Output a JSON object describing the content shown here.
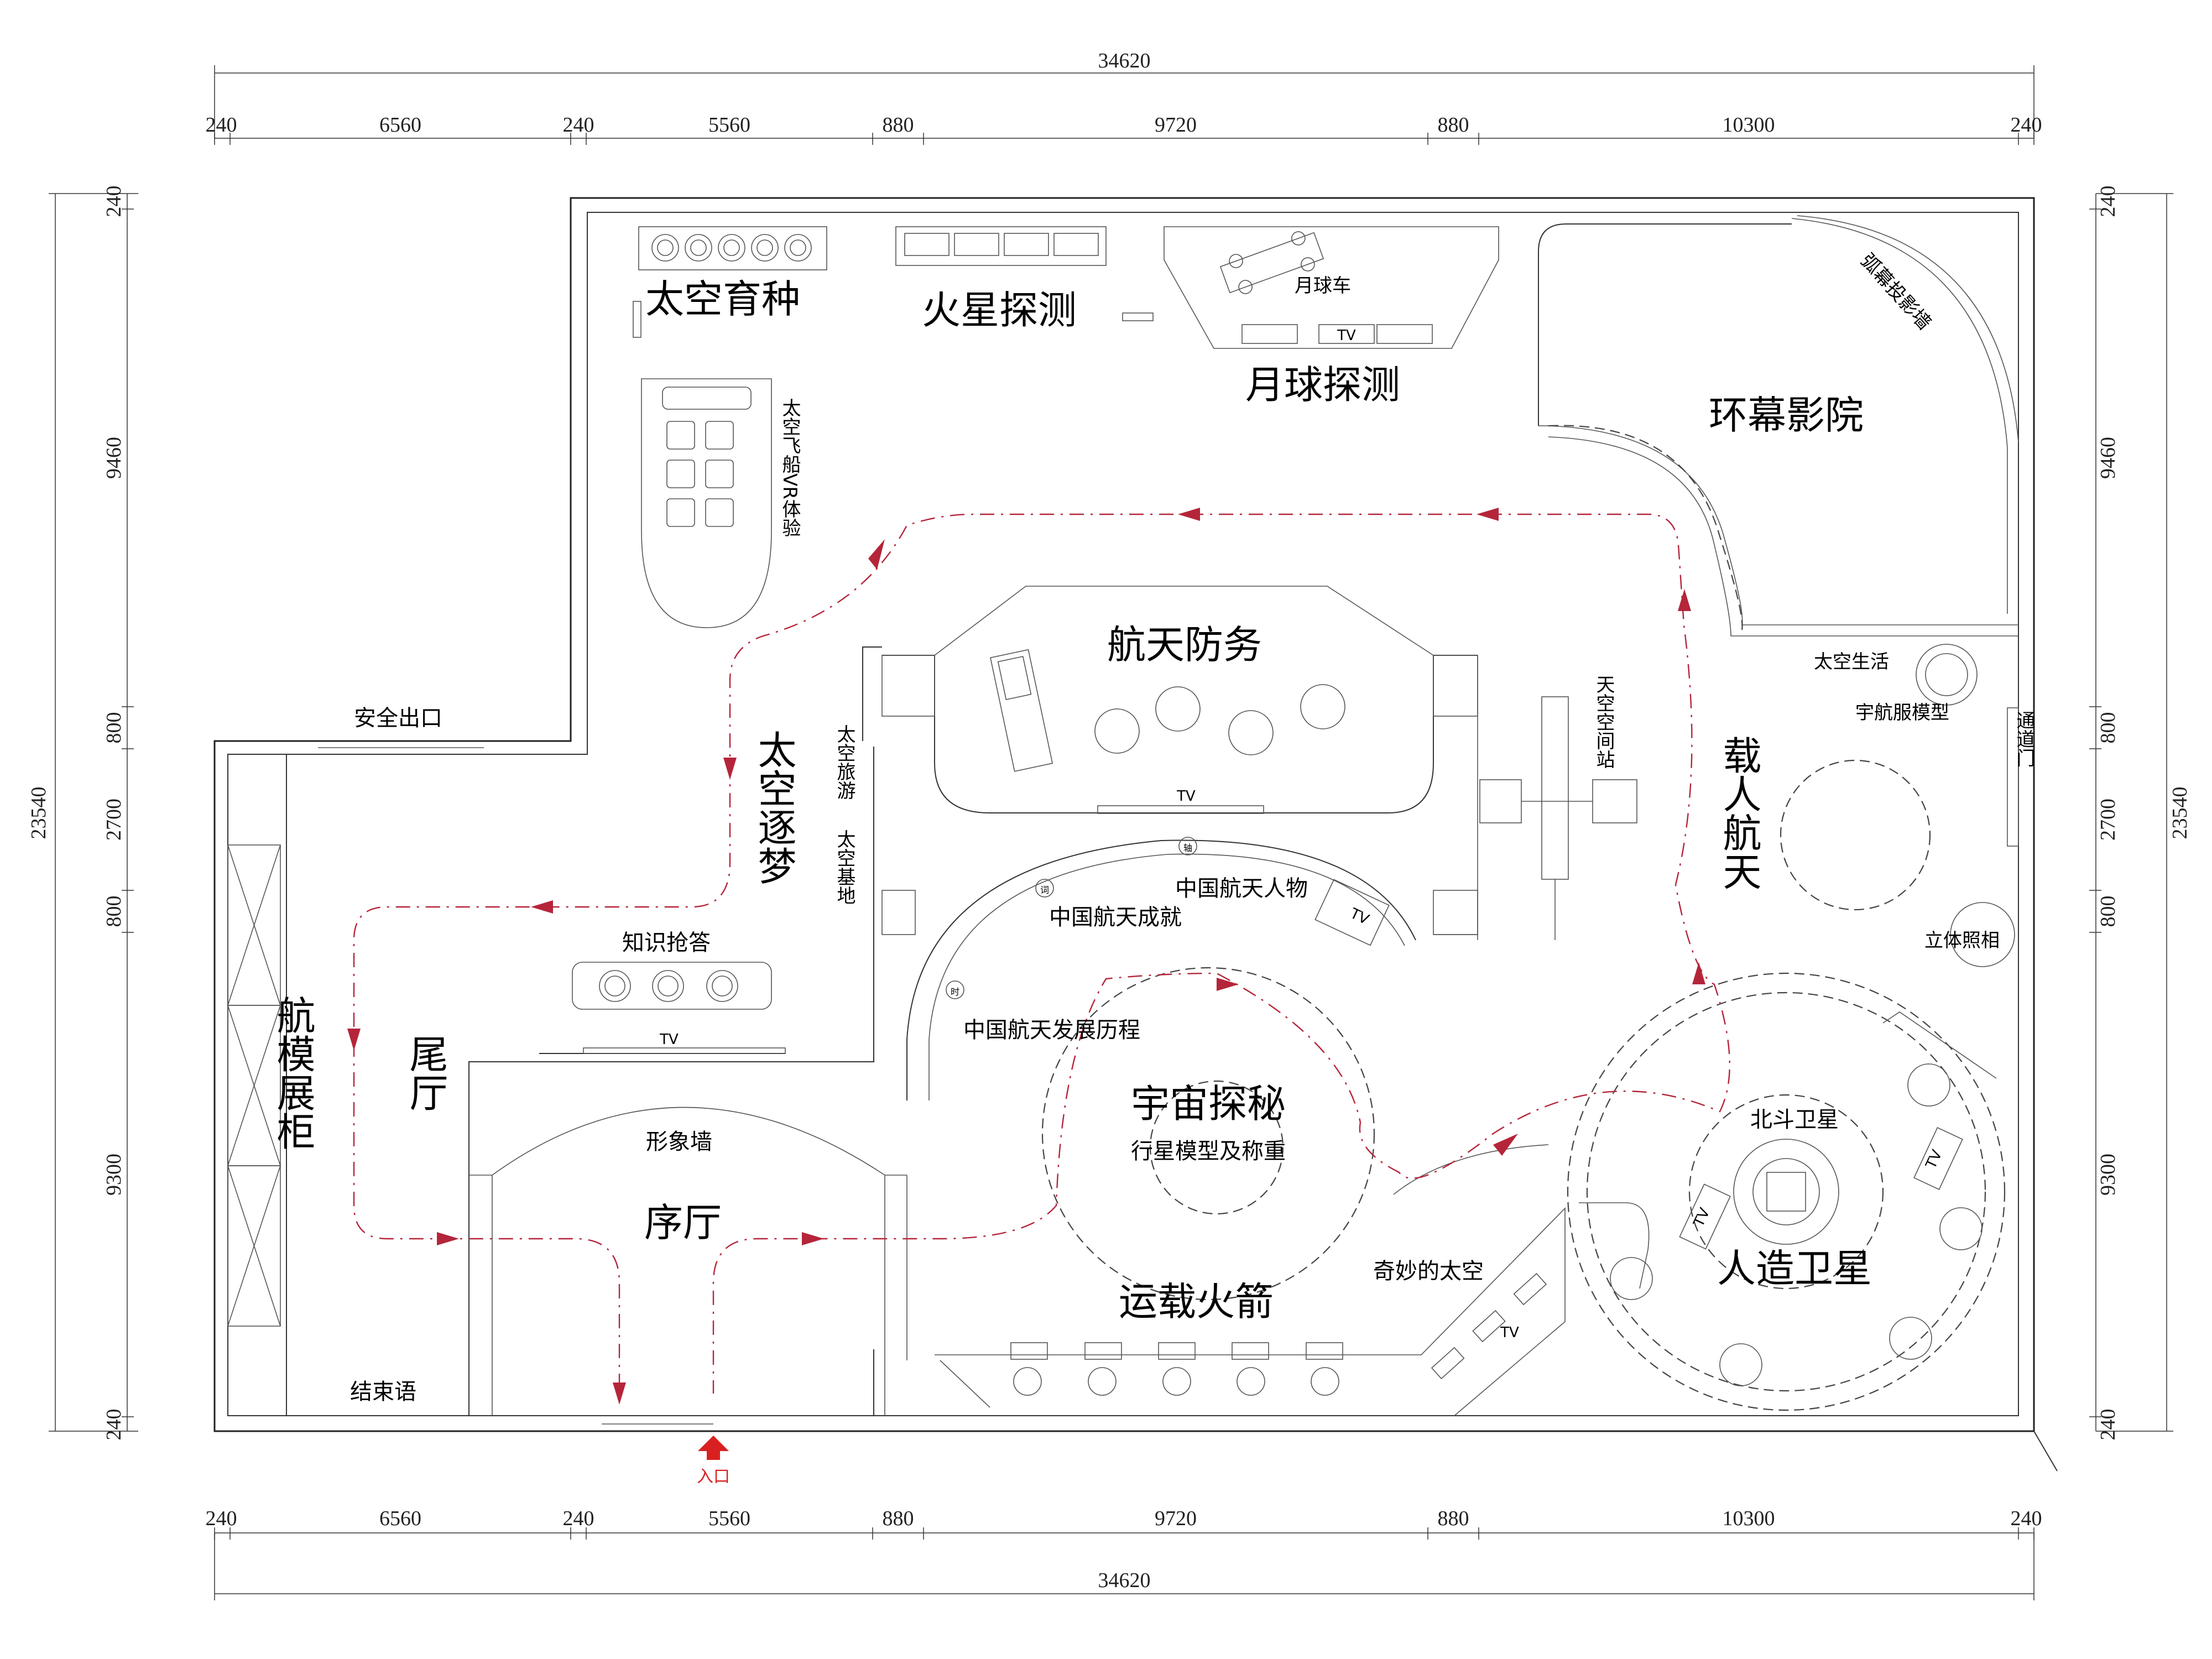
{
  "dimensions": {
    "top_total": "34620",
    "top_segments": [
      "240",
      "6560",
      "240",
      "5560",
      "880",
      "9720",
      "880",
      "10300",
      "240"
    ],
    "bottom_segments": [
      "240",
      "6560",
      "240",
      "5560",
      "880",
      "9720",
      "880",
      "10300",
      "240"
    ],
    "bottom_total": "34620",
    "left_total": "23540",
    "left_segments": [
      "240",
      "9460",
      "800",
      "2700",
      "800",
      "9300",
      "240"
    ],
    "right_total": "23540",
    "right_segments": [
      "240",
      "9460",
      "800",
      "2700",
      "800",
      "9300",
      "240"
    ]
  },
  "zones": {
    "space_breeding": "太空育种",
    "mars_exploration": "火星探测",
    "lunar_rover": "月球车",
    "lunar_exploration": "月球探测",
    "dome_cinema": "环幕影院",
    "arc_projection_wall": "弧幕投影墙",
    "spaceship_vr": "太空飞船VR体验",
    "aerospace_defense": "航天防务",
    "space_dream": "太空逐梦",
    "space_tourism": "太空旅游",
    "space_base": "太空基地",
    "space_station": "天空空间站",
    "space_life": "太空生活",
    "spacesuit_model": "宇航服模型",
    "manned_spaceflight": "载人航天",
    "passage_door": "通道门",
    "stereo_photo": "立体照相",
    "safety_exit": "安全出口",
    "quiz": "知识抢答",
    "china_figures": "中国航天人物",
    "china_achievements": "中国航天成就",
    "china_history": "中国航天发展历程",
    "universe_mystery": "宇宙探秘",
    "planet_model": "行星模型及称重",
    "model_cabinet": "航模展柜",
    "tail_hall": "尾厅",
    "image_wall": "形象墙",
    "prelude_hall": "序厅",
    "beidou": "北斗卫星",
    "artificial_satellite": "人造卫星",
    "wonderful_space": "奇妙的太空",
    "launch_rocket": "运载火箭",
    "closing_words": "结束语",
    "entrance": "入口"
  },
  "tv_label": "TV",
  "seat_glyph": "轴",
  "seat_glyph_2": "词",
  "seat_glyph_3": "时",
  "colors": {
    "route": "#b5253a",
    "wall": "#222222",
    "entrance": "#d92020"
  }
}
